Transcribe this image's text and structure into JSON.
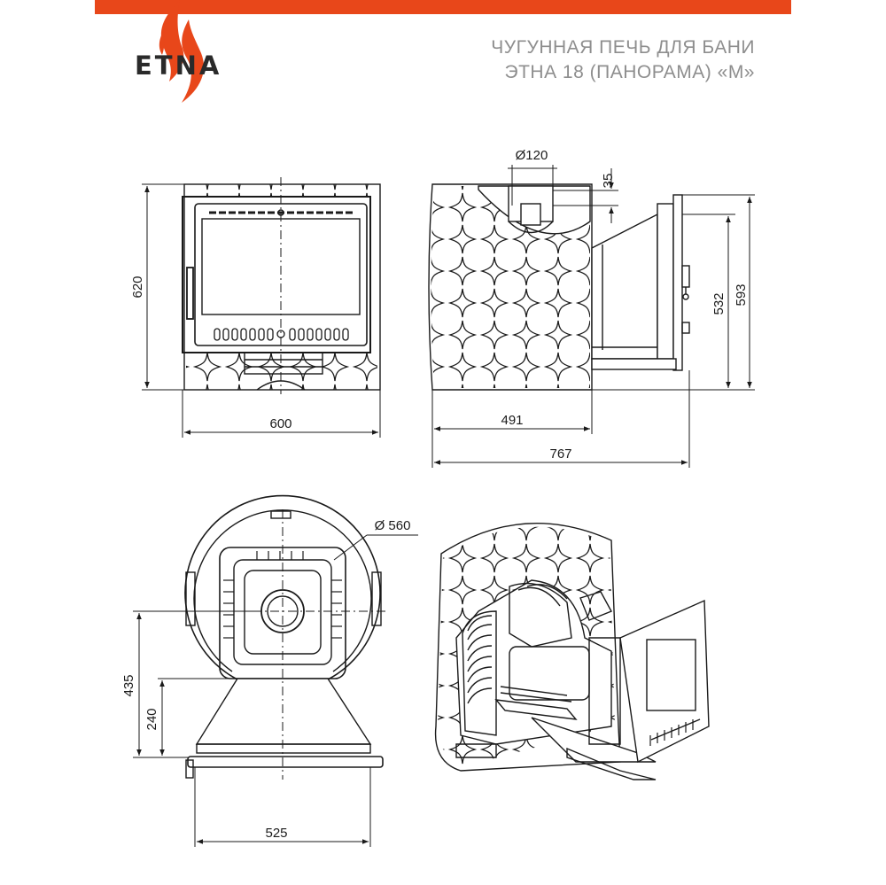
{
  "header": {
    "brand": "ETNA",
    "title_line1": "ЧУГУННАЯ ПЕЧЬ ДЛЯ БАНИ",
    "title_line2": "ЭТНА 18 (ПАНОРАМА) «М»",
    "accent_color": "#e8471a",
    "title_color": "#8e8e8e"
  },
  "dimensions": {
    "front_height": "620",
    "front_width": "600",
    "side_pipe_diameter": "Ø120",
    "side_pipe_offset": "35",
    "side_body_depth": "491",
    "side_total_depth": "767",
    "side_tunnel_height": "532",
    "side_total_height": "593",
    "top_diameter": "Ø 560",
    "top_depth": "435",
    "top_cone_depth": "240",
    "top_width": "525"
  }
}
